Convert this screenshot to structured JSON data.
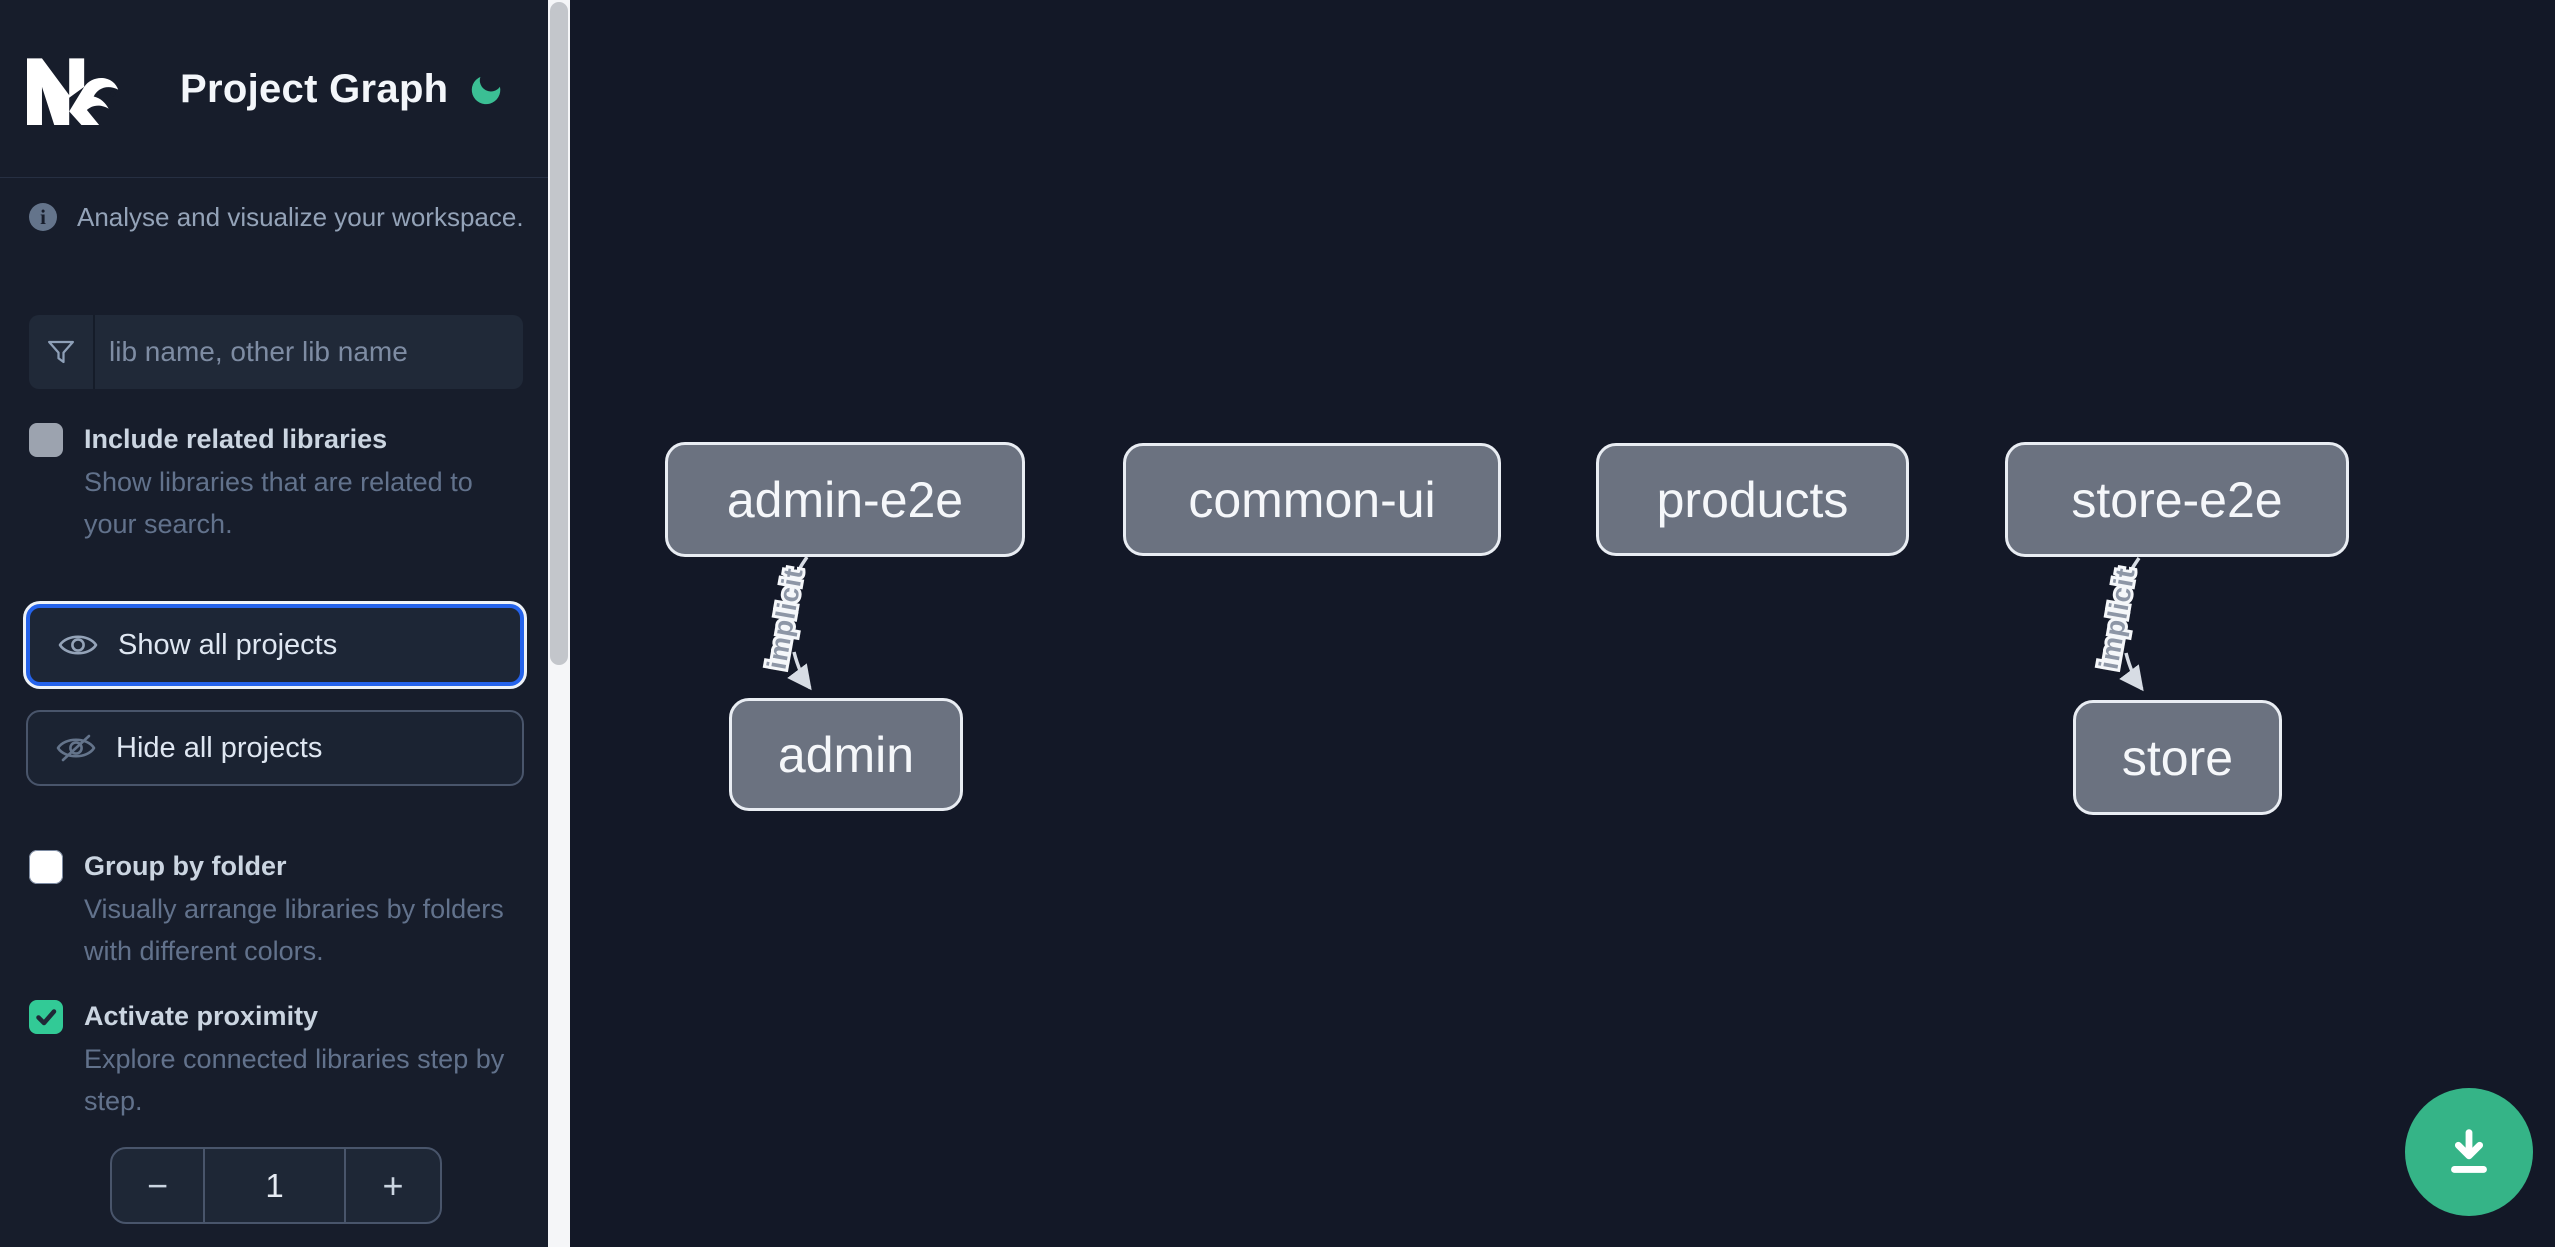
{
  "header": {
    "app_name": "Nx",
    "title": "Project Graph"
  },
  "sidebar": {
    "tagline": "Analyse and visualize your workspace.",
    "filter": {
      "placeholder": "lib name, other lib name",
      "value": ""
    },
    "include_related": {
      "label": "Include related libraries",
      "description": "Show libraries that are related to your search.",
      "checked": false
    },
    "show_all": {
      "label": "Show all projects"
    },
    "hide_all": {
      "label": "Hide all projects"
    },
    "group_by_folder": {
      "label": "Group by folder",
      "description": "Visually arrange libraries by folders with different colors.",
      "checked": false
    },
    "activate_proximity": {
      "label": "Activate proximity",
      "description": "Explore connected libraries step by step.",
      "checked": true
    },
    "proximity_stepper": {
      "decrement": "−",
      "value": "1",
      "increment": "+"
    }
  },
  "graph": {
    "nodes": [
      {
        "id": "admin-e2e",
        "label": "admin-e2e"
      },
      {
        "id": "common-ui",
        "label": "common-ui"
      },
      {
        "id": "products",
        "label": "products"
      },
      {
        "id": "store-e2e",
        "label": "store-e2e"
      },
      {
        "id": "admin",
        "label": "admin"
      },
      {
        "id": "store",
        "label": "store"
      }
    ],
    "edges": [
      {
        "source": "admin-e2e",
        "target": "admin",
        "label": "implicit"
      },
      {
        "source": "store-e2e",
        "target": "store",
        "label": "implicit"
      }
    ]
  },
  "fab": {
    "action": "download graph image"
  },
  "colors": {
    "sidebar_bg": "#171d2b",
    "canvas_bg": "#131827",
    "accent_teal": "#3bbf94",
    "checkbox_checked": "#32ca96",
    "fab_green": "#35b487",
    "focus_blue": "#2563eb",
    "node_fill": "#6b7280",
    "node_border": "#e9edf3",
    "edge": "#d7dce4"
  }
}
